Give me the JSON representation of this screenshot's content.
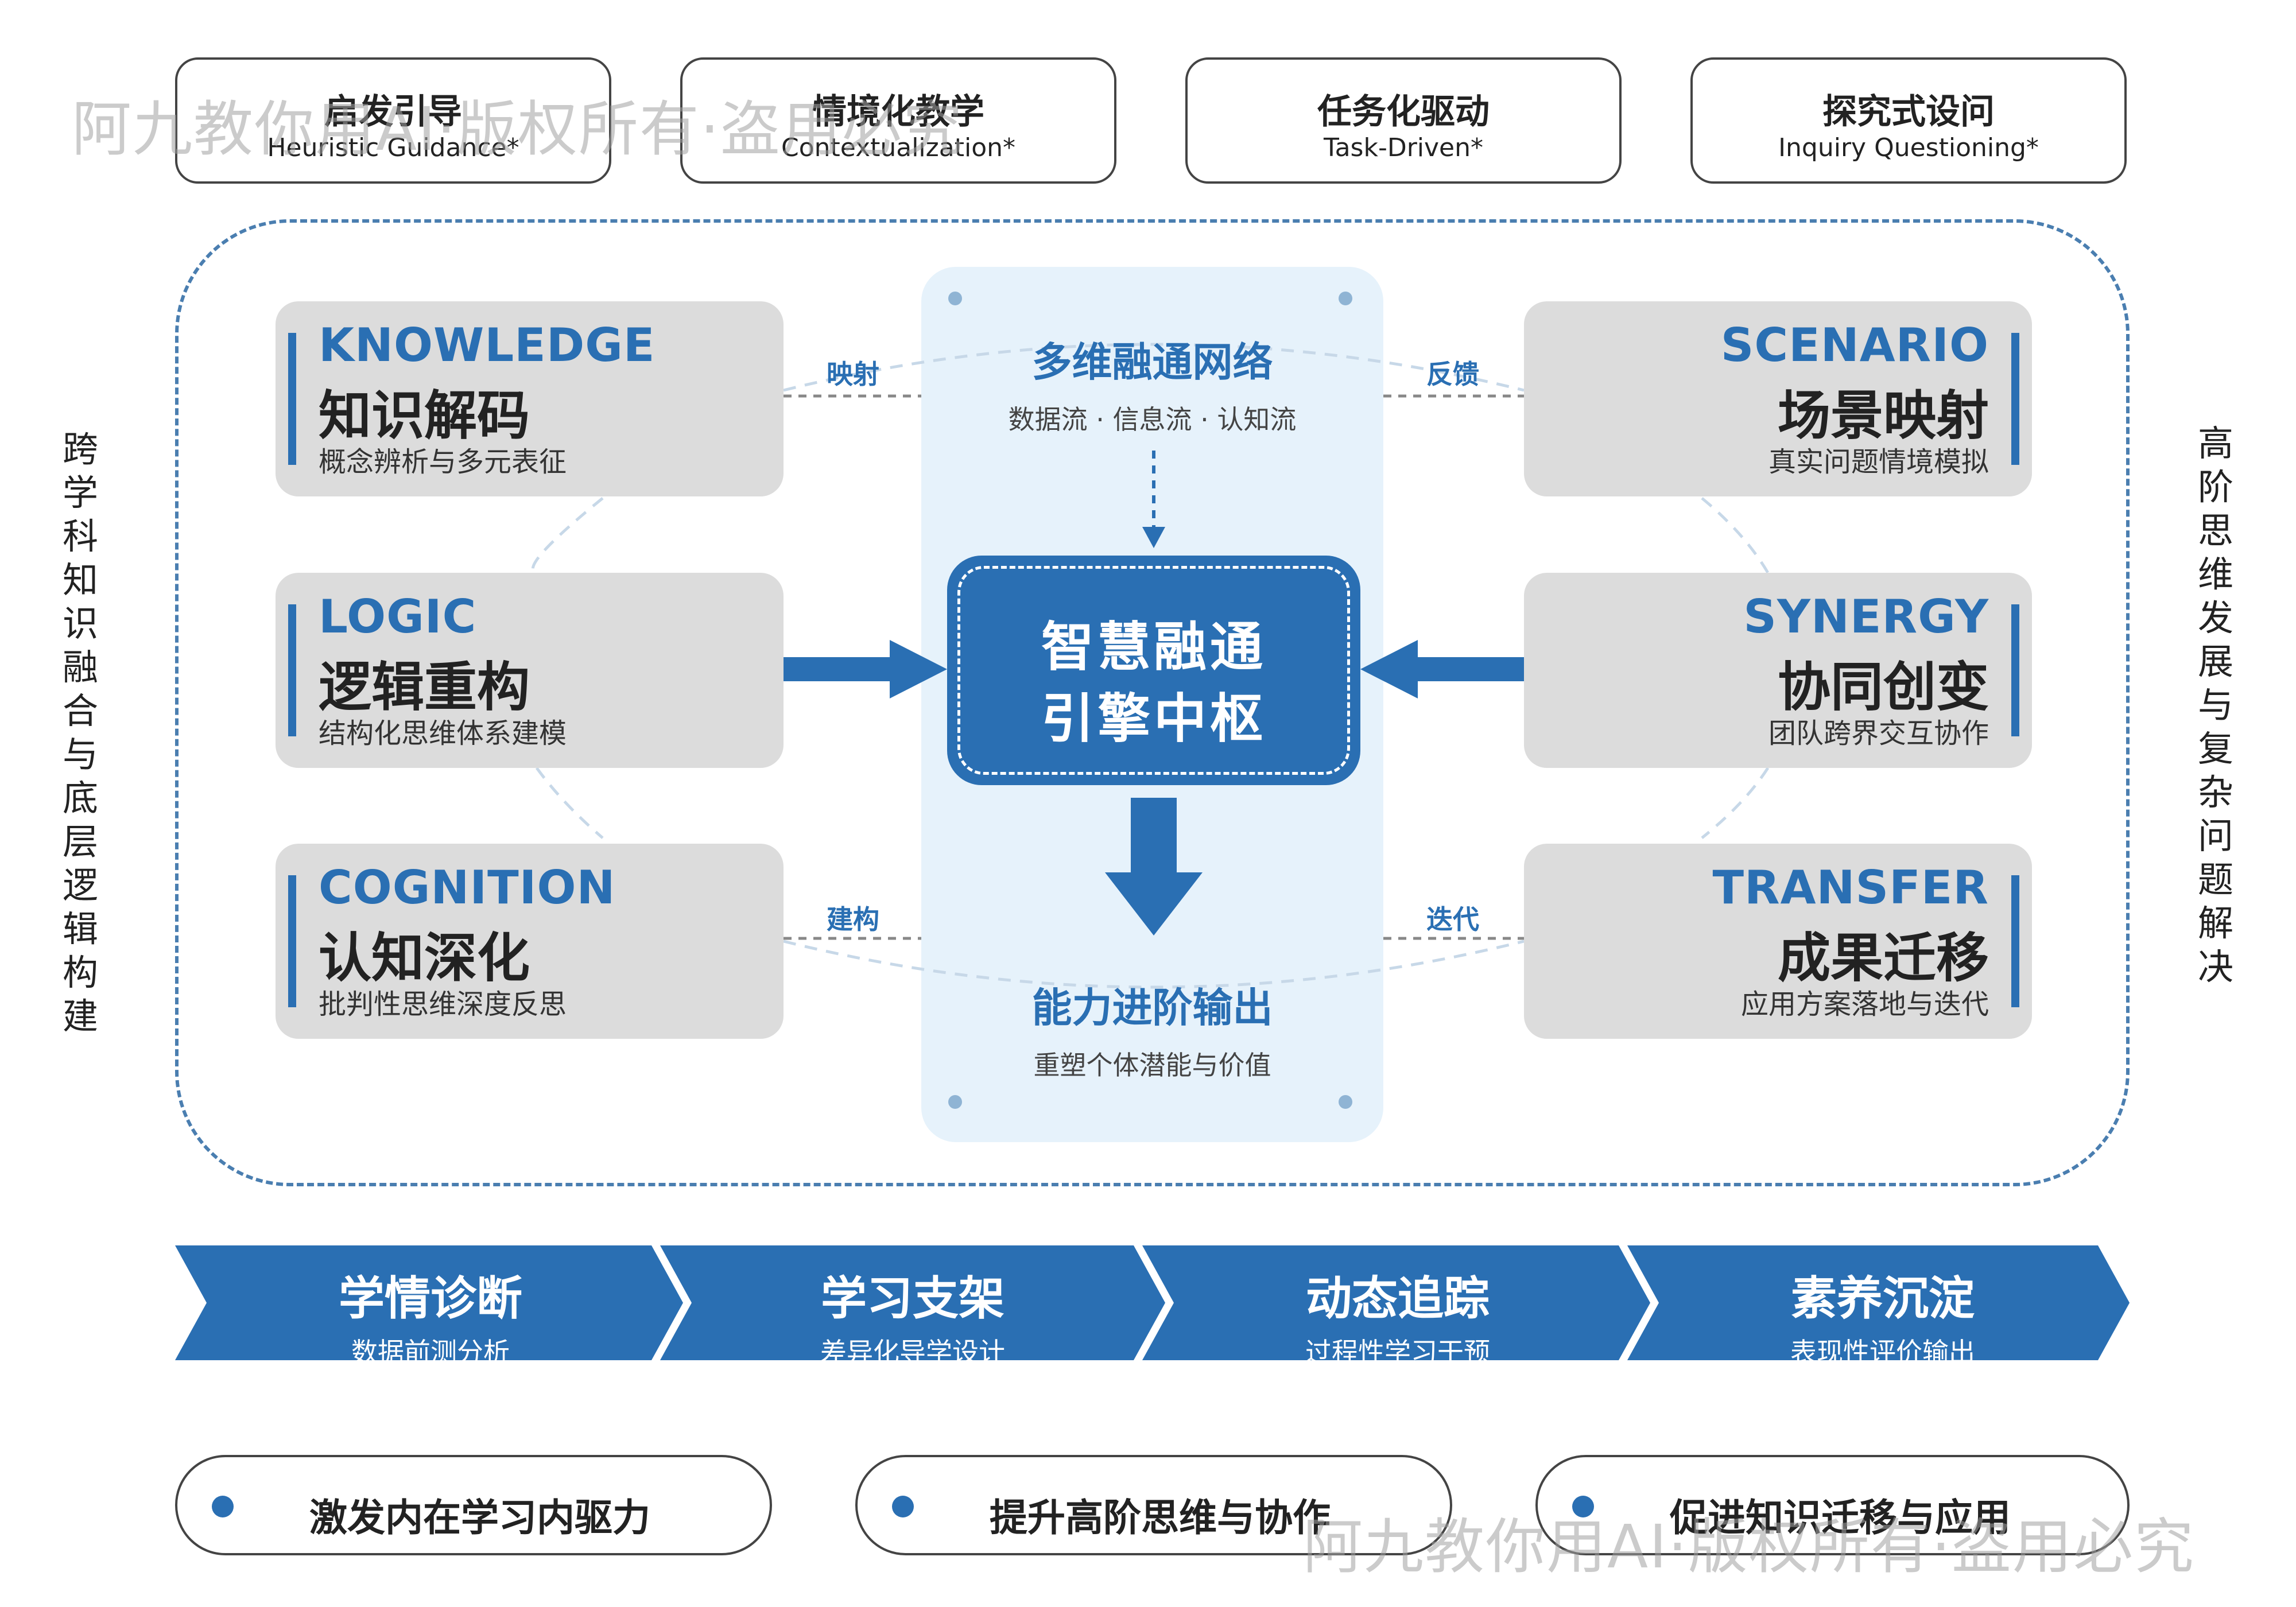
{
  "methods": [
    {
      "zh": "启发引导",
      "en": "Heuristic Guidance*"
    },
    {
      "zh": "情境化教学",
      "en": "Contextualization*"
    },
    {
      "zh": "任务化驱动",
      "en": "Task-Driven*"
    },
    {
      "zh": "探究式设问",
      "en": "Inquiry Questioning*"
    }
  ],
  "side_left": "跨学科知识融合与底层逻辑构建",
  "side_right": "高阶思维发展与复杂问题解决",
  "left_modules": [
    {
      "en": "KNOWLEDGE",
      "zh": "知识解码",
      "desc": "概念辨析与多元表征"
    },
    {
      "en": "LOGIC",
      "zh": "逻辑重构",
      "desc": "结构化思维体系建模"
    },
    {
      "en": "COGNITION",
      "zh": "认知深化",
      "desc": "批判性思维深度反思"
    }
  ],
  "right_modules": [
    {
      "en": "SCENARIO",
      "zh": "场景映射",
      "desc": "真实问题情境模拟"
    },
    {
      "en": "SYNERGY",
      "zh": "协同创变",
      "desc": "团队跨界交互协作"
    },
    {
      "en": "TRANSFER",
      "zh": "成果迁移",
      "desc": "应用方案落地与迭代"
    }
  ],
  "links": {
    "top_left": "映射",
    "top_right": "反馈",
    "bottom_left": "建构",
    "bottom_right": "迭代"
  },
  "center": {
    "network_title": "多维融通网络",
    "network_sub": "数据流 · 信息流 · 认知流",
    "engine_line1": "智慧融通",
    "engine_line2": "引擎中枢",
    "output_title": "能力进阶输出",
    "output_sub": "重塑个体潜能与价值"
  },
  "process": [
    {
      "title": "学情诊断",
      "sub": "数据前测分析"
    },
    {
      "title": "学习支架",
      "sub": "差异化导学设计"
    },
    {
      "title": "动态追踪",
      "sub": "过程性学习干预"
    },
    {
      "title": "素养沉淀",
      "sub": "表现性评价输出"
    }
  ],
  "goals": [
    "激发内在学习内驱力",
    "提升高阶思维与协作",
    "促进知识迁移与应用"
  ],
  "watermark": "阿九教你用AI·版权所有·盗用必究",
  "colors": {
    "accent": "#2a6fb3",
    "card": "#dcdcdc",
    "panel": "#e6f2fb",
    "frame": "#4a7eb0"
  }
}
